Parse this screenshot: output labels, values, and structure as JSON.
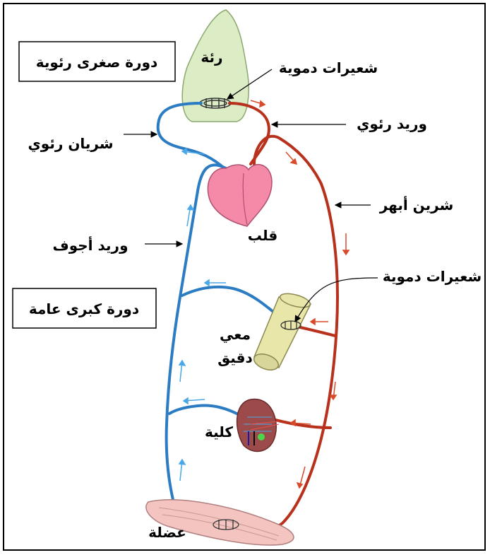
{
  "labels": {
    "lung": "رئة",
    "pulmonary_capillaries": "شعيرات دموية",
    "pulmonary_vein": "وريد رئوي",
    "pulmonary_artery": "شريان رئوي",
    "aorta": "شرين أبهر",
    "heart": "قلب",
    "vena_cava": "وريد أجوف",
    "systemic_capillaries": "شعيرات دموية",
    "small_intestine_line1": "معي",
    "small_intestine_line2": "دقيق",
    "kidney": "كلية",
    "muscle": "عضلة"
  },
  "boxes": {
    "pulmonary_circulation": "دورة صغرى رئوية",
    "systemic_circulation": "دورة كبرى عامة"
  },
  "colors": {
    "oxygenated": "#b8311c",
    "deoxygenated": "#2b7cc2",
    "lung_fill": "#dcecc4",
    "heart_fill": "#f48aa8",
    "intestine_fill": "#e8e6a8",
    "kidney_fill": "#9c4a4a"
  }
}
